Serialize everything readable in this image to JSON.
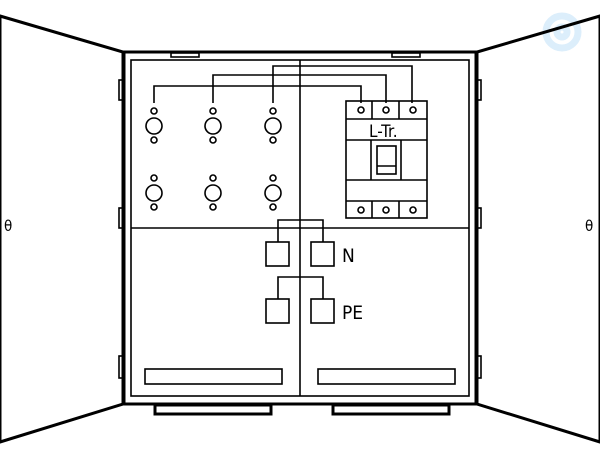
{
  "diagram": {
    "breaker_label": "L-Tr.",
    "neutral_label": "N",
    "earth_label": "PE",
    "left_door_lock_symbol": "θ",
    "right_door_lock_symbol": "θ",
    "line_color": "#000000",
    "watermark_color": "#dceefb"
  }
}
